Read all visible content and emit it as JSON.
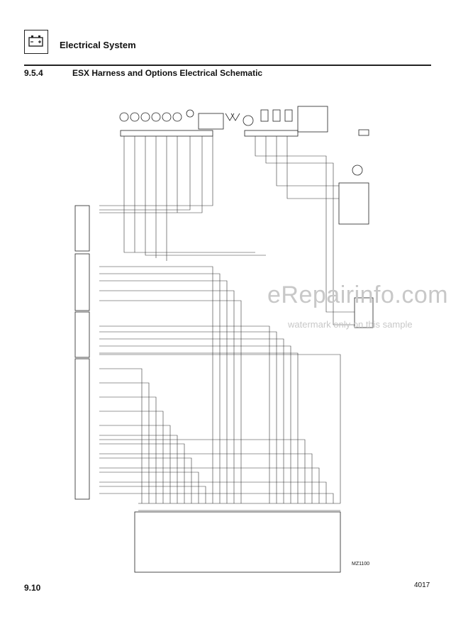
{
  "header": {
    "icon": "battery-icon",
    "title": "Electrical System"
  },
  "section": {
    "number": "9.5.4",
    "title": "ESX Harness and Options Electrical Schematic"
  },
  "watermark": {
    "text": "eRepairinfo.com",
    "subtext": "watermark only on this sample"
  },
  "figure": {
    "code": "MZ1100"
  },
  "footer": {
    "page_number": "9.10",
    "doc_number": "4017"
  }
}
